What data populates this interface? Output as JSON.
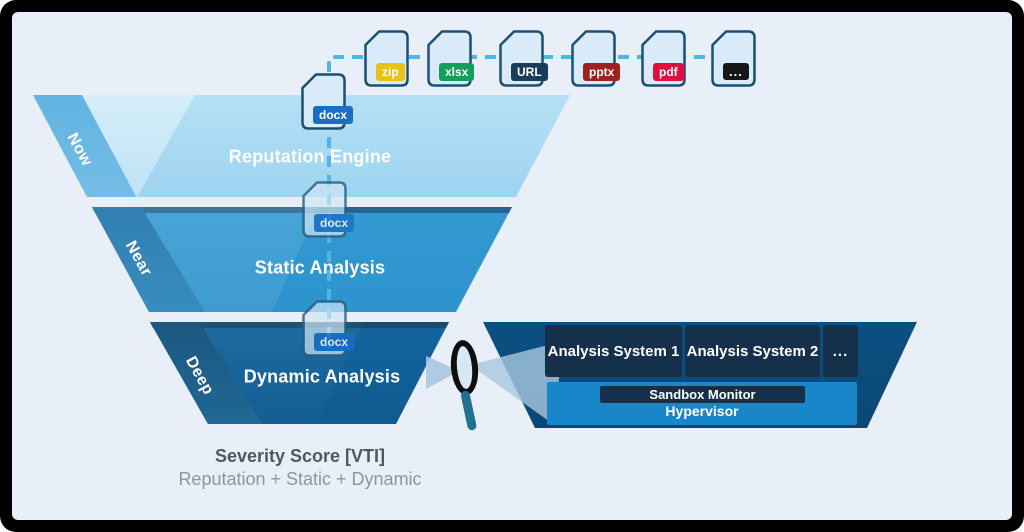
{
  "theme": {
    "canvas_bg": "#e9eff8",
    "frame": "#000000",
    "dash_color": "#4fb5e8",
    "stage_colors": [
      "#3aa5da",
      "#1f86c4",
      "#0d4f84"
    ],
    "panel_box_color": "#14304b",
    "hypervisor_accent": "#1886c8"
  },
  "funnel": {
    "stages": [
      {
        "time": "Now",
        "title": "Reputation Engine"
      },
      {
        "time": "Near",
        "title": "Static Analysis"
      },
      {
        "time": "Deep",
        "title": "Dynamic Analysis"
      }
    ]
  },
  "files": {
    "primary": {
      "label": "docx",
      "color": "#1a6fc4"
    },
    "others": [
      {
        "label": "zip",
        "color": "#e9c216"
      },
      {
        "label": "xlsx",
        "color": "#12a05c"
      },
      {
        "label": "URL",
        "color": "#1c3c57"
      },
      {
        "label": "pptx",
        "color": "#9e2020"
      },
      {
        "label": "pdf",
        "color": "#e00f3f"
      },
      {
        "label": "...",
        "color": "#161616"
      }
    ]
  },
  "sandbox": {
    "systems": [
      {
        "label": "Analysis System 1"
      },
      {
        "label": "Analysis System 2"
      },
      {
        "label": "..."
      }
    ],
    "monitor": "Sandbox Monitor",
    "hypervisor": "Hypervisor"
  },
  "score": {
    "title": "Severity Score [VTI]",
    "subtitle": "Reputation + Static + Dynamic"
  }
}
